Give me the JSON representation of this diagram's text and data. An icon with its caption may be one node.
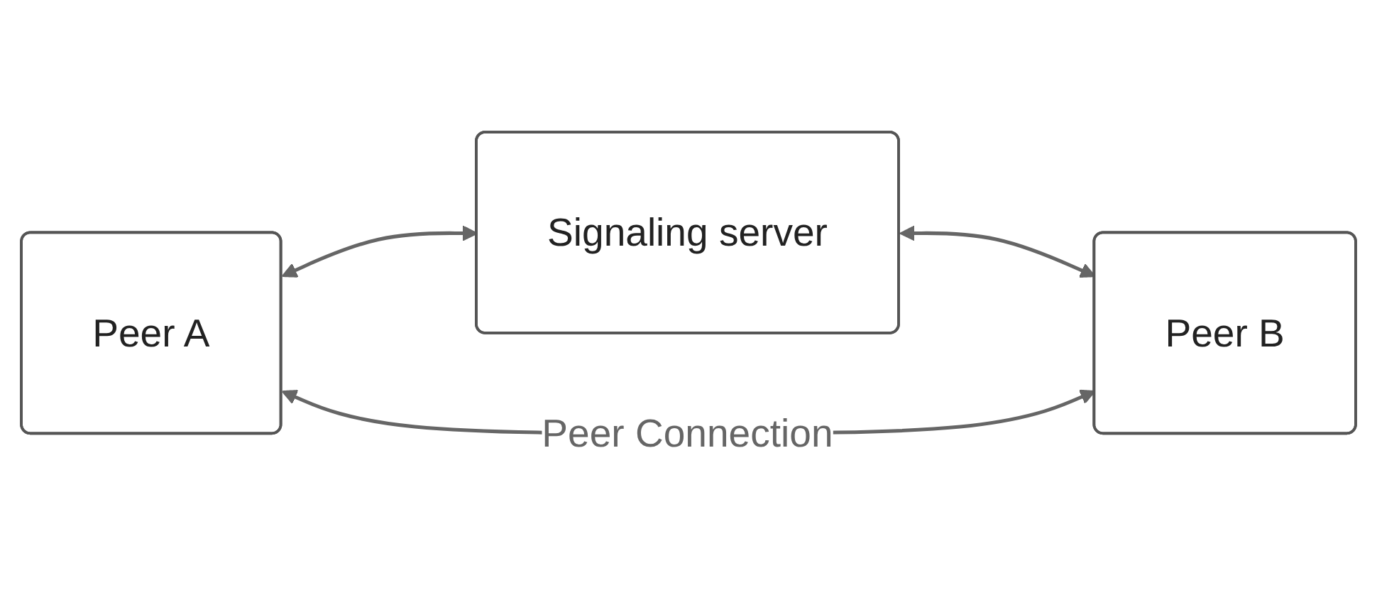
{
  "diagram": {
    "nodes": [
      {
        "text": [
          "Peer A"
        ]
      },
      {
        "text": [
          "Signaling server"
        ]
      },
      {
        "text": [
          "Peer B"
        ]
      }
    ],
    "edges": [
      {
        "from": 0,
        "to": 1,
        "arrow": "both"
      },
      {
        "from": 1,
        "to": 2,
        "arrow": "both"
      },
      {
        "from": 0,
        "to": 2,
        "arrow": "both",
        "label": "Peer Connection"
      }
    ]
  }
}
